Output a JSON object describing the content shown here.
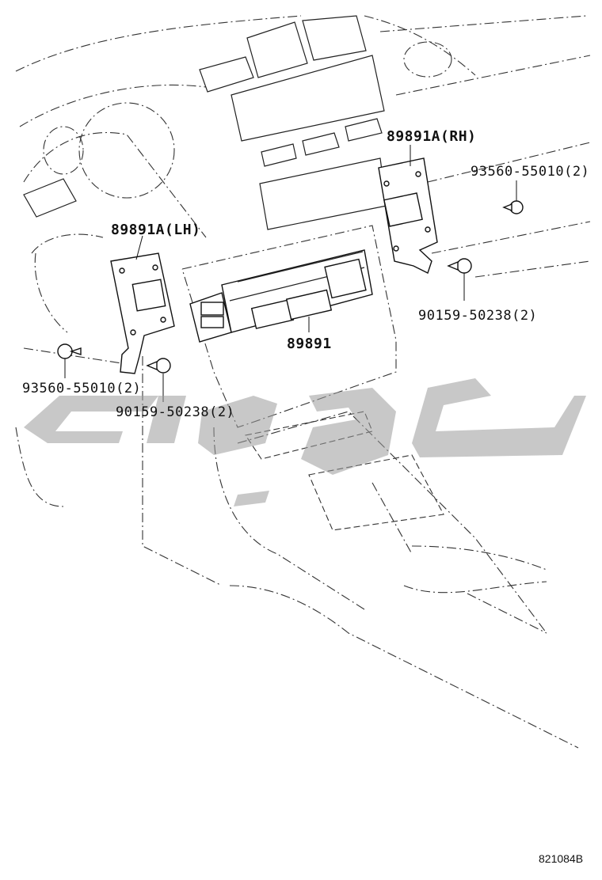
{
  "labels": {
    "bracket_rh": "89891A(RH)",
    "bracket_lh": "89891A(LH)",
    "main_unit": "89891",
    "screw_rh": "93560-55010(2)",
    "bolt_rh": "90159-50238(2)",
    "screw_lh": "93560-55010(2)",
    "bolt_lh": "90159-50238(2)"
  },
  "reference_code": "821084B",
  "colors": {
    "line": "#222222",
    "watermark": "#9a9a9a",
    "background": "#ffffff"
  }
}
